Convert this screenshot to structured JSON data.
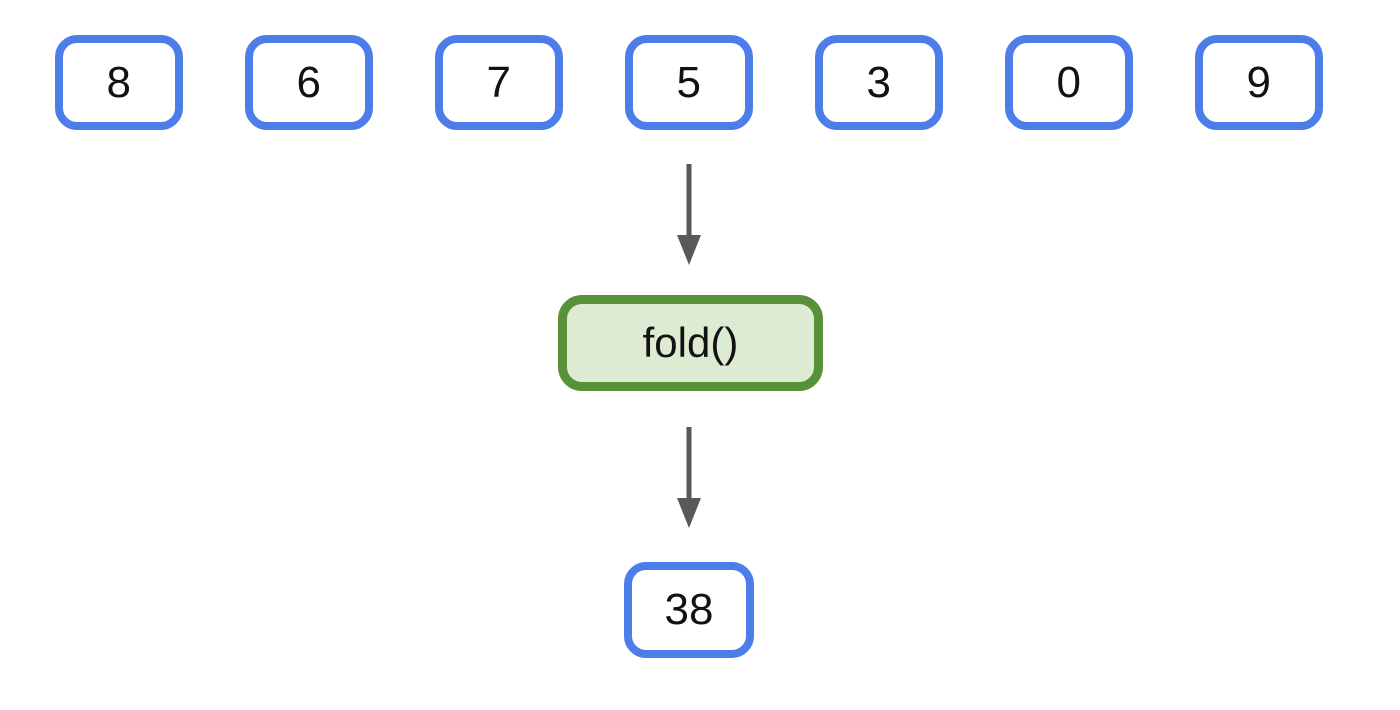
{
  "diagram": {
    "description": "fold operation diagram",
    "inputs": [
      "8",
      "6",
      "7",
      "5",
      "3",
      "0",
      "9"
    ],
    "operation": {
      "label": "fold()"
    },
    "result": "38",
    "colors": {
      "input_box_border": "#4d7de9",
      "input_box_fill": "#ffffff",
      "operation_box_border": "#57913a",
      "operation_box_fill": "#ddebd2",
      "arrow": "#595959",
      "text": "#121212",
      "background": "#ffffff"
    },
    "icons": {
      "arrow_down": "arrow-down-icon"
    }
  }
}
